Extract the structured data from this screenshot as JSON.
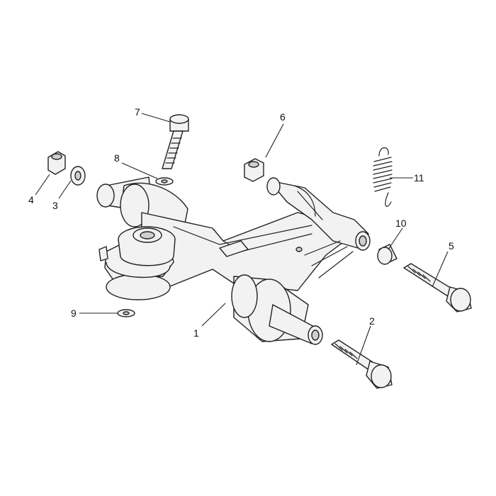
{
  "diagram": {
    "callouts": [
      {
        "id": "c1",
        "label": "1"
      },
      {
        "id": "c2",
        "label": "2"
      },
      {
        "id": "c3",
        "label": "3"
      },
      {
        "id": "c4",
        "label": "4"
      },
      {
        "id": "c5",
        "label": "5"
      },
      {
        "id": "c6",
        "label": "6"
      },
      {
        "id": "c7",
        "label": "7"
      },
      {
        "id": "c8",
        "label": "8"
      },
      {
        "id": "c9",
        "label": "9"
      },
      {
        "id": "c10",
        "label": "10"
      },
      {
        "id": "c11",
        "label": "11"
      }
    ]
  }
}
